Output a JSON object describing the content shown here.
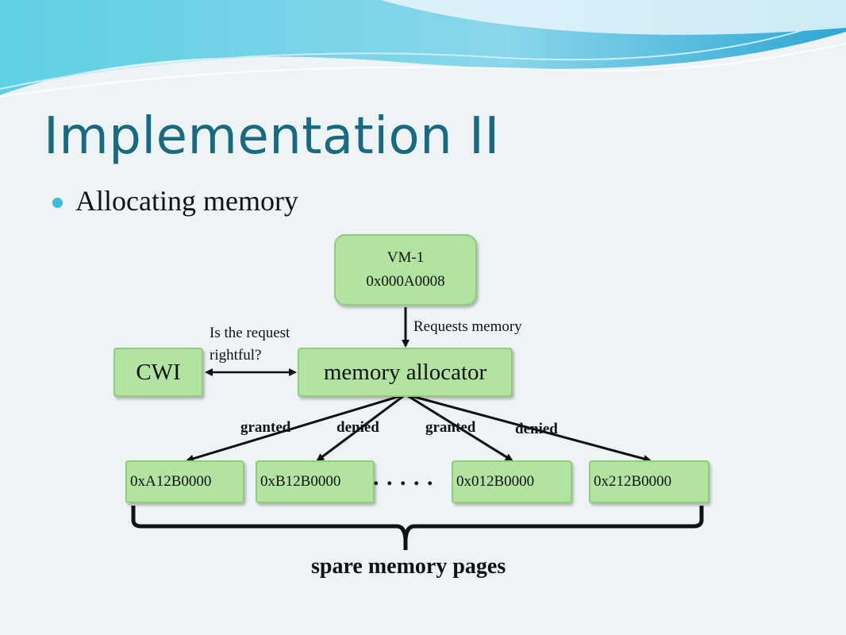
{
  "slide": {
    "title": "Implementation II",
    "bullet": "Allocating memory"
  },
  "diagram": {
    "vm_line1": "VM-1",
    "vm_line2": "0x000A0008",
    "requests_label": "Requests memory",
    "question_line1": "Is the request",
    "question_line2": "rightful?",
    "cwi": "CWI",
    "allocator": "memory allocator",
    "edge_labels": [
      "granted",
      "denied",
      "granted",
      "denied"
    ],
    "pages": [
      "0xA12B0000",
      "0xB12B0000",
      "0x012B0000",
      "0x212B0000"
    ],
    "ellipsis": ". . . . .",
    "brace_label": "spare memory pages"
  }
}
